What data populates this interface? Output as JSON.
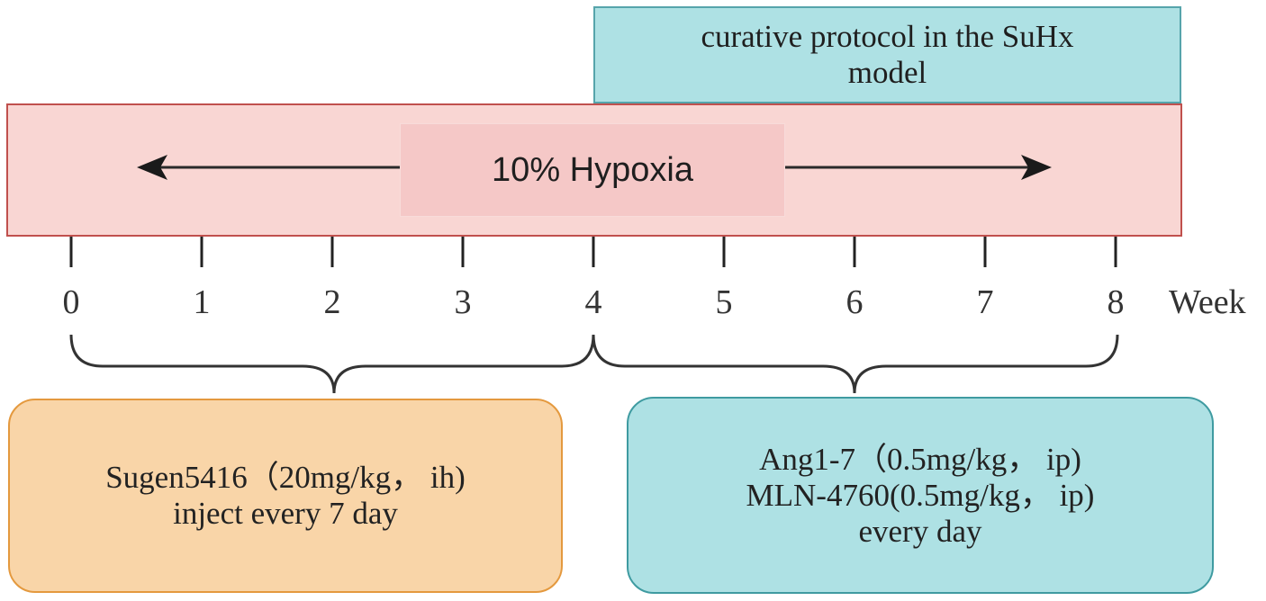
{
  "protocol": {
    "line1": "curative protocol in the  SuHx",
    "line2": "model"
  },
  "hypoxia": {
    "label": "10% Hypoxia"
  },
  "timeline": {
    "ticks": [
      "0",
      "1",
      "2",
      "3",
      "4",
      "5",
      "6",
      "7",
      "8"
    ],
    "unit": "Week"
  },
  "sugen_group": {
    "line1": "Sugen5416（20mg/kg， ih)",
    "line2": "inject every 7 day"
  },
  "ang_group": {
    "line1": "Ang1-7（0.5mg/kg， ip)",
    "line2": "MLN-4760(0.5mg/kg， ip)",
    "line3": "every day"
  },
  "colors": {
    "hypoxia_fill": "#f9d6d3",
    "hypoxia_border": "#c0504d",
    "teal_fill": "#aee1e4",
    "orange_fill": "#f9d5a8",
    "orange_border": "#e4993e"
  }
}
